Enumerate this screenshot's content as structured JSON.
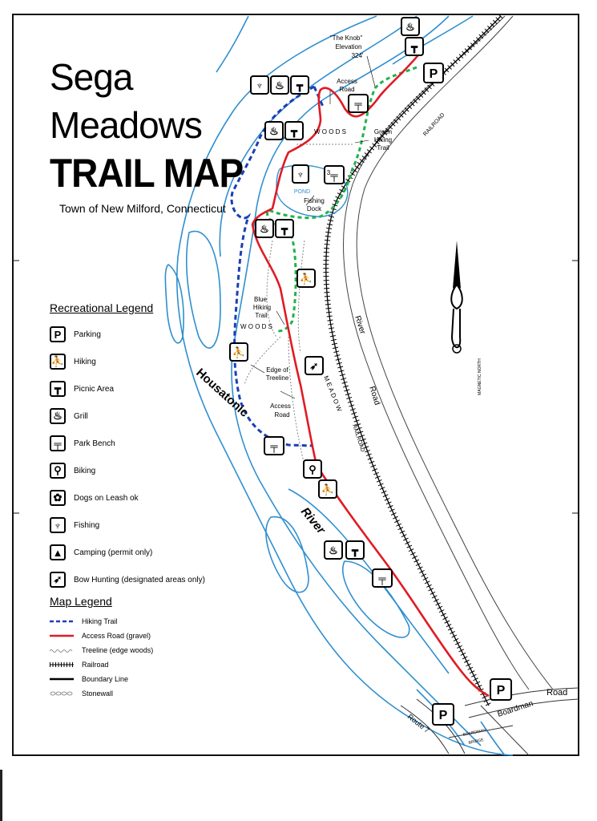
{
  "title": {
    "line1": "Sega",
    "line2": "Meadows",
    "line3": "TRAIL MAP",
    "subtitle": "Town of New Milford, Connecticut"
  },
  "recreational_legend": {
    "heading": "Recreational Legend",
    "items": [
      {
        "label": "Parking",
        "icon": "parking-icon",
        "glyph": "P"
      },
      {
        "label": "Hiking",
        "icon": "hiking-icon",
        "glyph": "⛹"
      },
      {
        "label": "Picnic Area",
        "icon": "picnic-table-icon",
        "glyph": "┳"
      },
      {
        "label": "Grill",
        "icon": "grill-icon",
        "glyph": "♨"
      },
      {
        "label": "Park Bench",
        "icon": "park-bench-icon",
        "glyph": "╤"
      },
      {
        "label": "Biking",
        "icon": "biking-icon",
        "glyph": "⚲"
      },
      {
        "label": "Dogs on Leash ok",
        "icon": "dog-paw-icon",
        "glyph": "✿"
      },
      {
        "label": "Fishing",
        "icon": "fishing-icon",
        "glyph": "♆"
      },
      {
        "label": "Camping (permit only)",
        "icon": "camping-tent-icon",
        "glyph": "▲"
      },
      {
        "label": "Bow Hunting (designated areas only)",
        "icon": "bow-hunting-icon",
        "glyph": "➶"
      }
    ]
  },
  "map_legend": {
    "heading": "Map Legend",
    "items": [
      {
        "label": "Hiking Trail",
        "style": "blue-dashed"
      },
      {
        "label": "Access Road (gravel)",
        "style": "red-solid"
      },
      {
        "label": "Treeline (edge woods)",
        "style": "treeline"
      },
      {
        "label": "Railroad",
        "style": "railroad"
      },
      {
        "label": "Boundary Line",
        "style": "black-solid"
      },
      {
        "label": "Stonewall",
        "style": "stonewall"
      }
    ]
  },
  "map_labels": {
    "knob_1": "\"The Knob\"",
    "knob_2": "Elevation",
    "knob_3": "324'",
    "access_road_top_1": "Access",
    "access_road_top_2": "Road",
    "woods_top": "W O O D S",
    "green_trail_1": "Green",
    "green_trail_2": "Hiking",
    "green_trail_3": "Trail",
    "pond": "POND",
    "fishing_dock_1": "Fishing",
    "fishing_dock_2": "Dock",
    "blue_trail_1": "Blue",
    "blue_trail_2": "Hiking",
    "blue_trail_3": "Trail",
    "woods_mid": "W O O D S",
    "edge_treeline_1": "Edge of",
    "edge_treeline_2": "Treeline",
    "access_road_mid_1": "Access",
    "access_road_mid_2": "Road",
    "meadow": "M E A D O W",
    "river_road": "River",
    "river_road_2": "Road",
    "railroad_top": "RAILROAD",
    "railroad_mid": "RAILROAD",
    "housatonic": "Housatonic",
    "river": "River",
    "boardman_road": "Boardman",
    "road": "Road",
    "route7": "Route 7",
    "boardman_bridge_1": "BOARDMAN",
    "boardman_bridge_2": "BRIDGE",
    "badge_3": "3"
  },
  "compass": {
    "north_label": "MAGNETIC NORTH"
  },
  "colors": {
    "river": "#2f8fd0",
    "trail_blue": "#1a3fb5",
    "trail_green": "#22b14c",
    "access_road": "#e01b24",
    "boundary": "#000000"
  }
}
